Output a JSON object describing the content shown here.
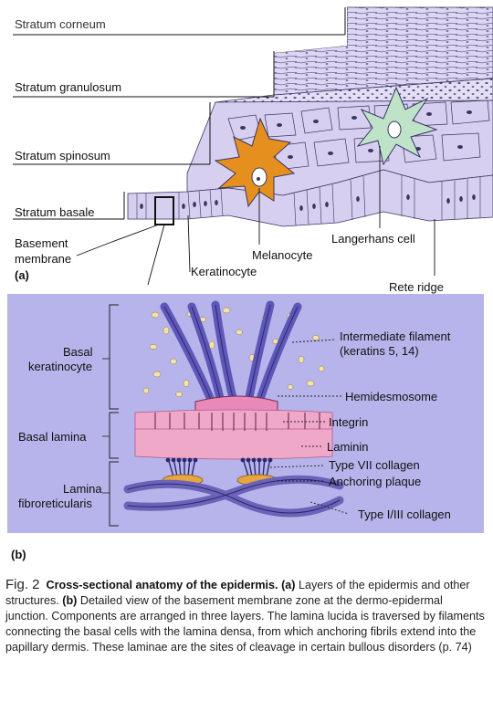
{
  "panel_a": {
    "layers": {
      "corneum": "Stratum corneum",
      "granulosum": "Stratum granulosum",
      "spinosum": "Stratum spinosum",
      "basale": "Stratum basale"
    },
    "labels": {
      "basement_membrane_line1": "Basement",
      "basement_membrane_line2": "membrane",
      "keratinocyte": "Keratinocyte",
      "melanocyte": "Melanocyte",
      "langerhans": "Langerhans cell",
      "rete_ridge": "Rete ridge"
    },
    "tag": "(a)"
  },
  "panel_b": {
    "left_labels": {
      "basal_keratinocyte_line1": "Basal",
      "basal_keratinocyte_line2": "keratinocyte",
      "basal_lamina": "Basal lamina",
      "lamina_fibro_line1": "Lamina",
      "lamina_fibro_line2": "fibroreticularis"
    },
    "right_labels": {
      "intermediate_line1": "Intermediate filament",
      "intermediate_line2": "(keratins 5, 14)",
      "hemidesmosome": "Hemidesmosome",
      "integrin": "Integrin",
      "laminin": "Laminin",
      "collagen7": "Type VII collagen",
      "anchoring_plaque": "Anchoring plaque",
      "collagen13": "Type I/III collagen"
    },
    "tag": "(b)"
  },
  "caption": {
    "fig": "Fig. 2",
    "title": "Cross-sectional anatomy of the epidermis.",
    "a_tag": "(a)",
    "a_text": "Layers of the epidermis and other structures.",
    "b_tag": "(b)",
    "b_text": "Detailed view of the basement membrane zone at the dermo-epidermal junction. Components are arranged in three layers. The lamina lucida is traversed by filaments connecting the basal cells with the lamina densa, from which anchoring fibrils extend into the papillary dermis. These laminae are the sites of cleavage in certain bullous disorders (p. 74)"
  },
  "colors": {
    "cell_fill": "#d6cff0",
    "cell_stroke": "#3a3560",
    "melanocyte": "#e58f1f",
    "langerhans": "#bfe3c8",
    "panel_b_bg": "#b6b4ea",
    "filament": "#5d57b8",
    "hemidesmosome": "#e88ab8",
    "laminin": "#f0a8c8",
    "plaque": "#e7a640",
    "collagen": "#6b63b8"
  }
}
